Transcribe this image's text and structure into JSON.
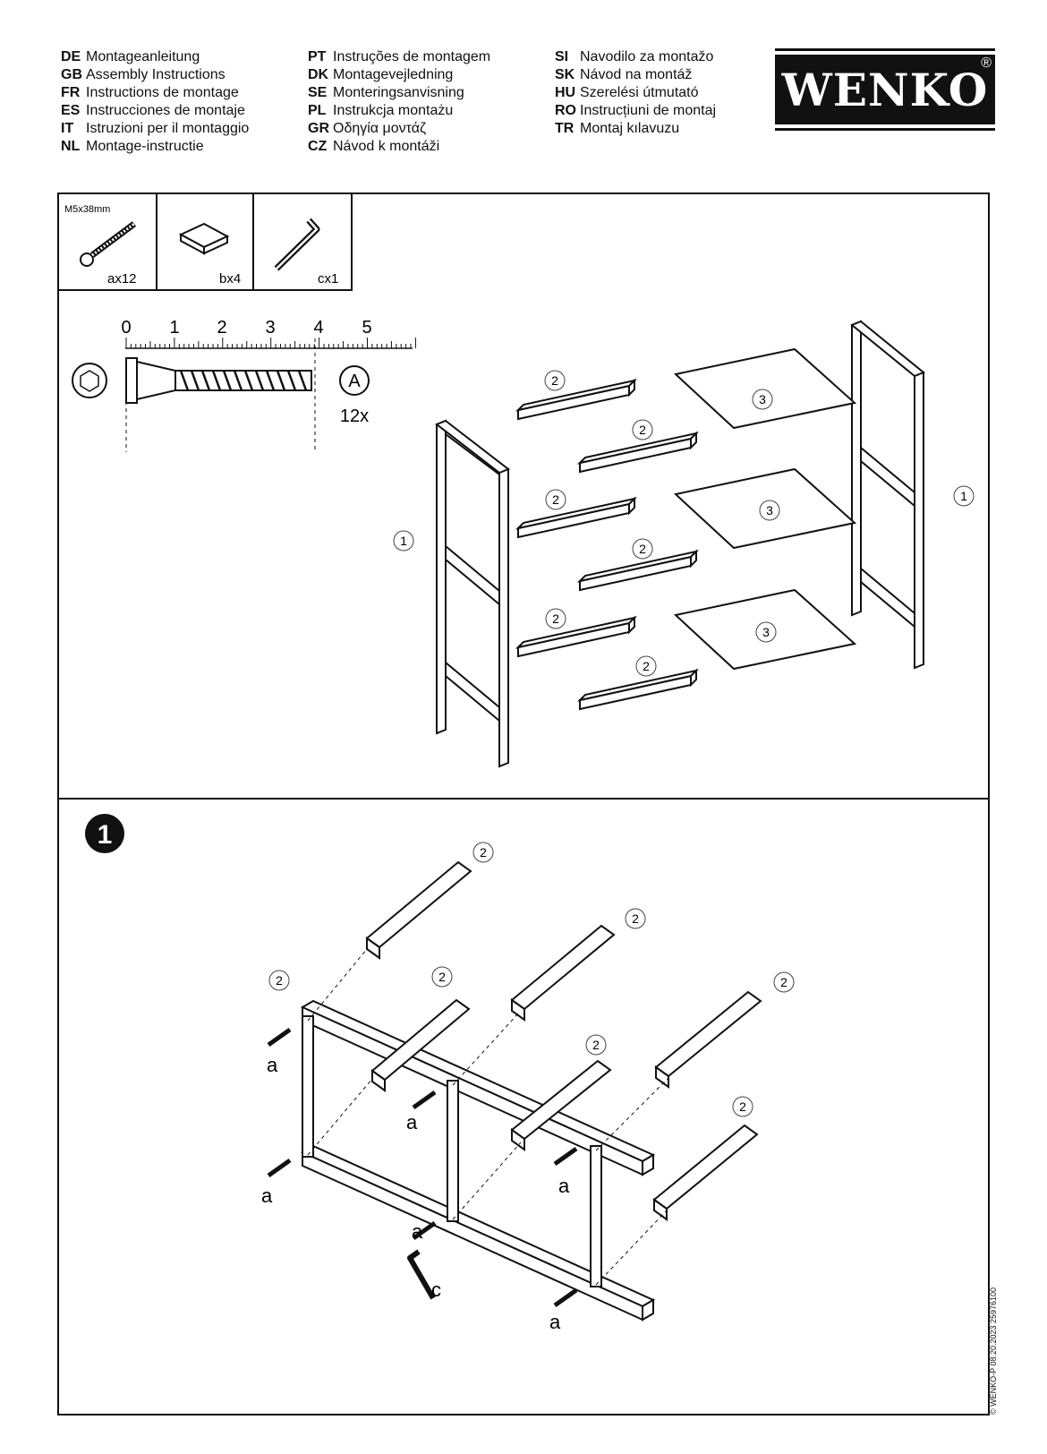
{
  "languages": {
    "col1": [
      {
        "code": "DE",
        "text": "Montageanleitung"
      },
      {
        "code": "GB",
        "text": "Assembly Instructions"
      },
      {
        "code": "FR",
        "text": "Instructions de montage"
      },
      {
        "code": "ES",
        "text": "Instrucciones de montaje"
      },
      {
        "code": "IT",
        "text": "Istruzioni per il montaggio"
      },
      {
        "code": "NL",
        "text": "Montage-instructie"
      }
    ],
    "col2": [
      {
        "code": "PT",
        "text": "Instruções de montagem"
      },
      {
        "code": "DK",
        "text": "Montagevejledning"
      },
      {
        "code": "SE",
        "text": "Monteringsanvisning"
      },
      {
        "code": "PL",
        "text": "Instrukcja montażu"
      },
      {
        "code": "GR",
        "text": "Οδηγία μοντάζ"
      },
      {
        "code": "CZ",
        "text": "Návod k montáži"
      }
    ],
    "col3": [
      {
        "code": "SI",
        "text": "Navodilo za montažo"
      },
      {
        "code": "SK",
        "text": "Návod na montáž"
      },
      {
        "code": "HU",
        "text": "Szerelési útmutató"
      },
      {
        "code": "RO",
        "text": "Instrucțiuni de montaj"
      },
      {
        "code": "TR",
        "text": "Montaj kılavuzu"
      }
    ]
  },
  "brand": {
    "name": "WENKO",
    "reg": "®"
  },
  "parts": {
    "a": {
      "spec": "M5x38mm",
      "qty": "ax12"
    },
    "b": {
      "qty": "bx4"
    },
    "c": {
      "qty": "cx1"
    }
  },
  "ruler": {
    "ticks": [
      "0",
      "1",
      "2",
      "3",
      "4",
      "5"
    ]
  },
  "screw": {
    "label": "A",
    "count": "12x"
  },
  "labels": {
    "frame": "1",
    "bar": "2",
    "shelf": "3",
    "screw": "a",
    "key": "c"
  },
  "step": {
    "number": "1"
  },
  "footer": {
    "code": "© WENKO-P 08.20.2023  25976100"
  }
}
